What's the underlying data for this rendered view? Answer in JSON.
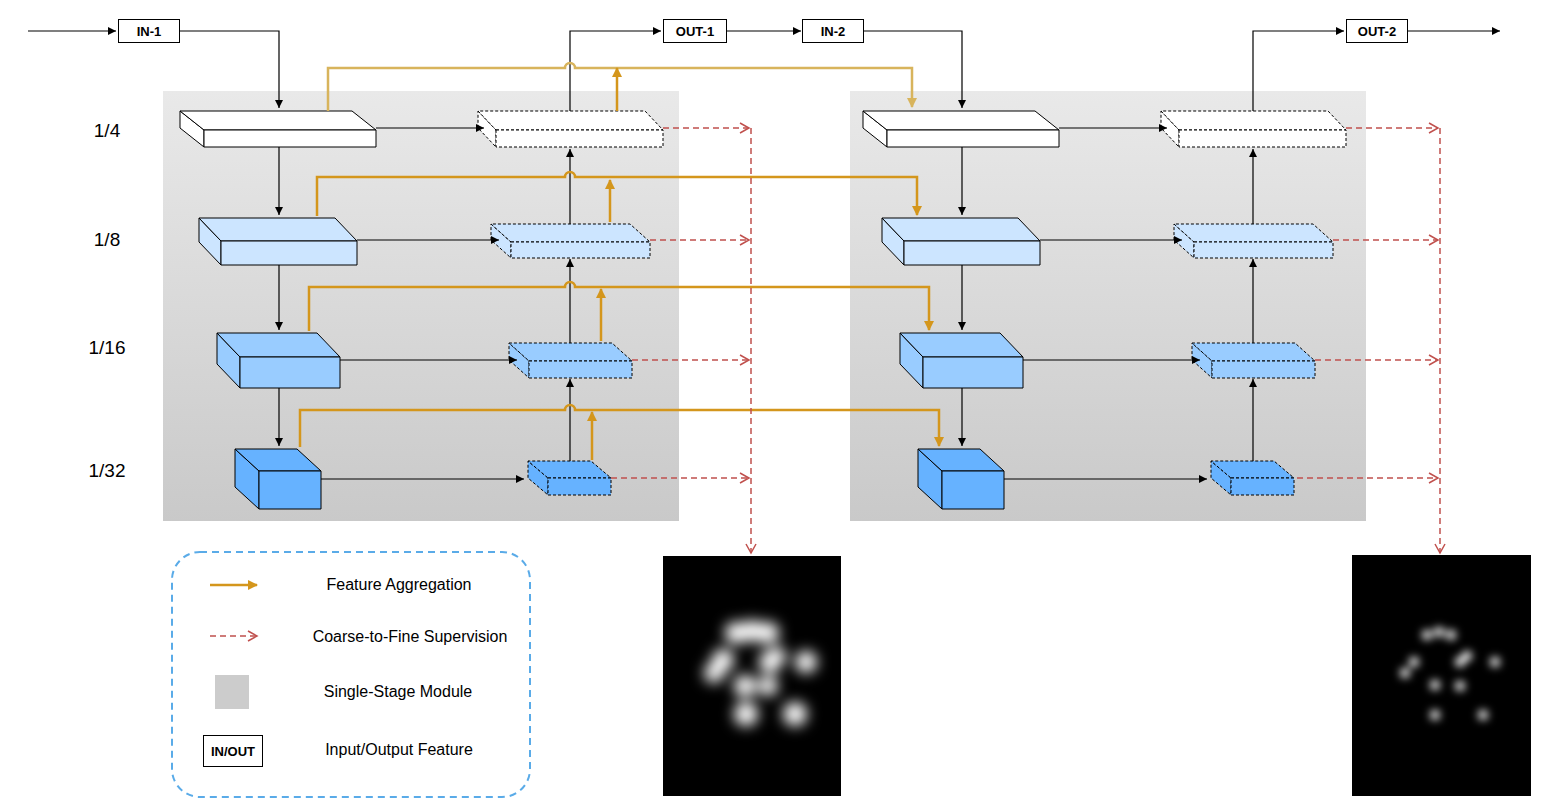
{
  "diagram": {
    "nodes": [
      {
        "text": [
          "IN-1"
        ]
      },
      {
        "text": [
          "OUT-1"
        ]
      },
      {
        "text": [
          "IN-2"
        ]
      },
      {
        "text": [
          "OUT-2"
        ]
      },
      {
        "text": [
          "IN/OUT"
        ]
      }
    ],
    "edges": [
      {
        "from": 1,
        "to": 2,
        "arrow": "to"
      }
    ],
    "labels": [
      "1/4",
      "1/8",
      "1/16",
      "1/32"
    ],
    "legend": [
      {
        "text": "Feature Aggregation"
      },
      {
        "text": "Coarse-to-Fine Supervision"
      },
      {
        "text": "Single-Stage Module",
        "color": "#cccccc"
      },
      {
        "text": "Input/Output Feature"
      }
    ]
  }
}
